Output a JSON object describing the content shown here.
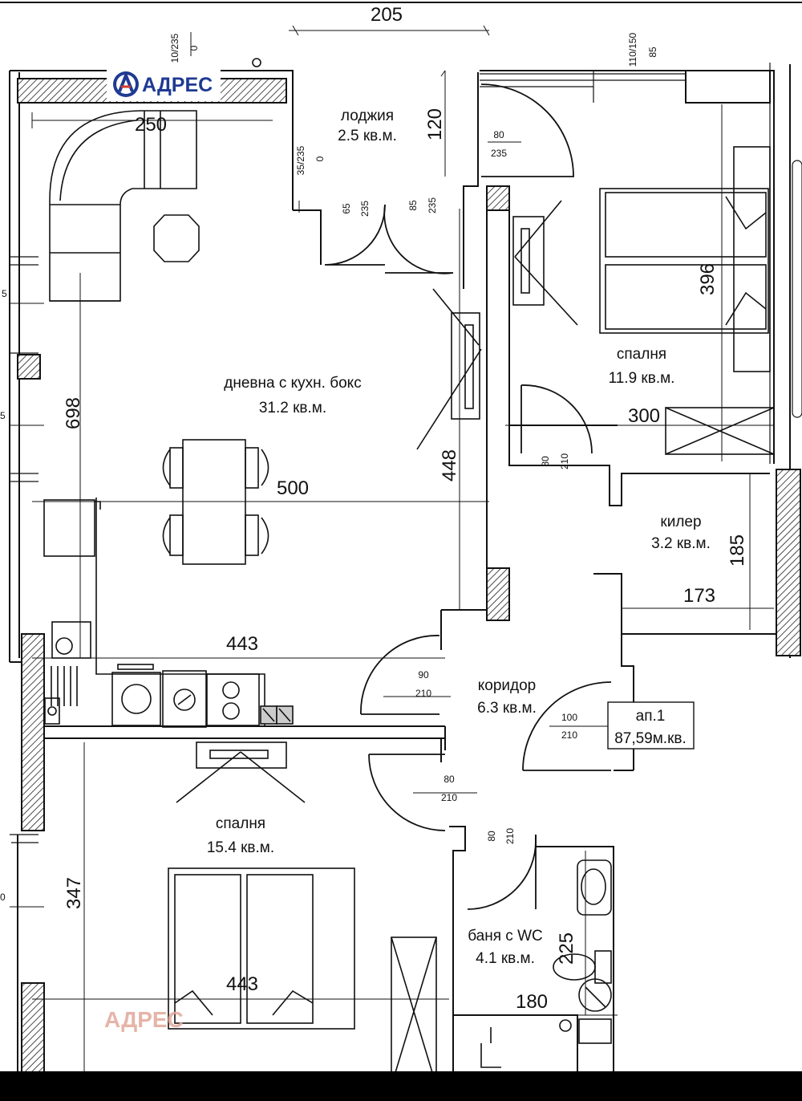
{
  "brand": {
    "logo_text": "АДРЕС",
    "watermark_text": "АДРЕС",
    "logo_color": "#1f3a93",
    "logo_accent": "#d23a2a",
    "watermark_color": "#e2a89a"
  },
  "rooms": {
    "loggia": {
      "name": "лоджия",
      "area": "2.5 кв.м."
    },
    "living": {
      "name": "дневна с кухн. бокс",
      "area": "31.2 кв.м."
    },
    "bedroom_1": {
      "name": "спалня",
      "area": "11.9 кв.м."
    },
    "storage": {
      "name": "килер",
      "area": "3.2 кв.м."
    },
    "corridor": {
      "name": "коридор",
      "area": "6.3 кв.м."
    },
    "bedroom_2": {
      "name": "спалня",
      "area": "15.4 кв.м."
    },
    "bathroom": {
      "name": "баня с WC",
      "area": "4.1 кв.м."
    }
  },
  "apartment": {
    "label": "ап.1",
    "area": "87,59м.кв."
  },
  "dimensions": {
    "top_205": "205",
    "d_250": "250",
    "d_120": "120",
    "d_698": "698",
    "d_500": "500",
    "d_448": "448",
    "d_396": "396",
    "d_300": "300",
    "d_185": "185",
    "d_173": "173",
    "d_443_top": "443",
    "d_347": "347",
    "d_443_bottom": "443",
    "d_225": "225",
    "d_180": "180"
  },
  "openings": {
    "win_top_left": {
      "w": "10/235",
      "h": "0"
    },
    "win_top_right": {
      "w": "110/150",
      "h": "85"
    },
    "win_loggia_left": {
      "w": "35/235",
      "h": "0"
    },
    "door_loggia_1": {
      "w": "65",
      "h": "235"
    },
    "door_loggia_2": {
      "w": "85",
      "h": "235"
    },
    "door_bed1_top": {
      "w": "80",
      "h": "235"
    },
    "door_bed1": {
      "w": "80",
      "h": "210"
    },
    "door_living": {
      "w": "90",
      "h": "210"
    },
    "door_entrance": {
      "w": "100",
      "h": "210"
    },
    "door_bed2": {
      "w": "80",
      "h": "210"
    },
    "door_bath": {
      "w": "80",
      "h": "210"
    }
  },
  "edge_fragments": {
    "left_1": "5",
    "left_2": "5",
    "left_3": "0"
  }
}
